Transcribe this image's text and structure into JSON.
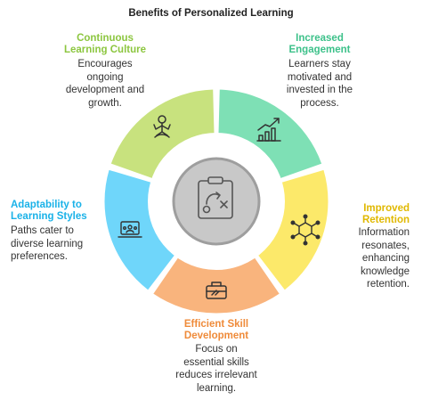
{
  "title": "Benefits of Personalized Learning",
  "center_icon": "strategy-board-icon",
  "segments": [
    {
      "id": "continuous",
      "label_lines": [
        "Continuous",
        "Learning Culture"
      ],
      "desc_lines": [
        "Encourages",
        "ongoing",
        "development and",
        "growth."
      ],
      "color": "#c8e27e",
      "label_color": "#8cc63f",
      "icon": "meditation-person-icon"
    },
    {
      "id": "engagement",
      "label_lines": [
        "Increased",
        "Engagement"
      ],
      "desc_lines": [
        "Learners stay",
        "motivated and",
        "invested in the",
        "process."
      ],
      "color": "#7ee0b5",
      "label_color": "#3dc18a",
      "icon": "bar-chart-growth-icon"
    },
    {
      "id": "retention",
      "label_lines": [
        "Improved",
        "Retention"
      ],
      "desc_lines": [
        "Information",
        "resonates,",
        "enhancing",
        "knowledge",
        "retention."
      ],
      "color": "#fce96a",
      "label_color": "#e0b800",
      "icon": "molecule-network-icon"
    },
    {
      "id": "skill",
      "label_lines": [
        "Efficient Skill",
        "Development"
      ],
      "desc_lines": [
        "Focus on",
        "essential skills",
        "reduces irrelevant",
        "learning."
      ],
      "color": "#f9b47d",
      "label_color": "#ef8b3a",
      "icon": "toolbox-icon"
    },
    {
      "id": "adaptability",
      "label_lines": [
        "Adaptability to",
        "Learning Styles"
      ],
      "desc_lines": [
        "Paths cater to",
        "diverse learning",
        "preferences."
      ],
      "color": "#6fd6fa",
      "label_color": "#1ab2e8",
      "icon": "laptop-users-icon"
    }
  ]
}
